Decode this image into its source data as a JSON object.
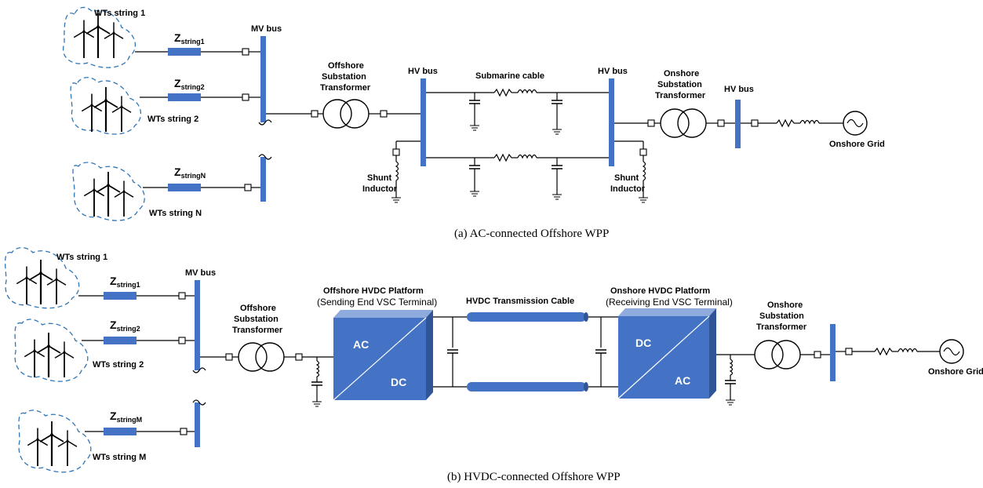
{
  "colors": {
    "bus": "#4472c4",
    "cloud": "#2e75b6",
    "converter": "#4472c4"
  },
  "icons": [
    "wind-turbine-icon",
    "transformer-icon",
    "capacitor-icon",
    "inductor-icon",
    "resistor-icon",
    "ground-icon",
    "ac-source-icon"
  ],
  "panel_a": {
    "caption": "(a)  AC-connected Offshore WPP",
    "strings": [
      {
        "label": "WTs string 1",
        "z": "Z",
        "z_sub": "string1"
      },
      {
        "label": "WTs string 2",
        "z": "Z",
        "z_sub": "string2"
      },
      {
        "label": "WTs string N",
        "z": "Z",
        "z_sub": "stringN"
      }
    ],
    "mv_bus": "MV bus",
    "offshore_transformer": [
      "Offshore",
      "Substation",
      "Transformer"
    ],
    "hv_bus_left": "HV bus",
    "submarine_cable": "Submarine cable",
    "hv_bus_right": "HV bus",
    "onshore_transformer": [
      "Onshore",
      "Substation",
      "Transformer"
    ],
    "hv_bus_grid": "HV bus",
    "shunt_left": [
      "Shunt",
      "Inductor"
    ],
    "shunt_right": [
      "Shunt",
      "Inductor"
    ],
    "grid": "Onshore Grid"
  },
  "panel_b": {
    "caption": "(b)  HVDC-connected Offshore WPP",
    "strings": [
      {
        "label": "WTs string 1",
        "z": "Z",
        "z_sub": "string1"
      },
      {
        "label": "WTs string 2",
        "z": "Z",
        "z_sub": "string2"
      },
      {
        "label": "WTs string M",
        "z": "Z",
        "z_sub": "stringM"
      }
    ],
    "mv_bus": "MV bus",
    "offshore_transformer": [
      "Offshore",
      "Substation",
      "Transformer"
    ],
    "offshore_platform": "Offshore HVDC Platform",
    "offshore_platform_sub": "(Sending End VSC Terminal)",
    "cable": "HVDC Transmission Cable",
    "onshore_platform": "Onshore HVDC Platform",
    "onshore_platform_sub": "(Receiving End VSC Terminal)",
    "conv1_top": "AC",
    "conv1_bottom": "DC",
    "conv2_top": "DC",
    "conv2_bottom": "AC",
    "onshore_transformer": [
      "Onshore",
      "Substation",
      "Transformer"
    ],
    "grid": "Onshore Grid"
  }
}
